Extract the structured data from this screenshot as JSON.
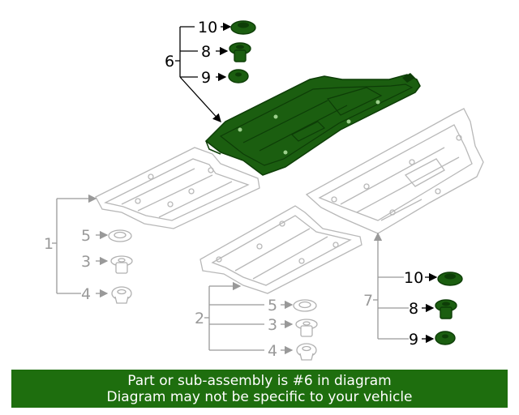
{
  "colors": {
    "highlight_part": "#1b5e10",
    "highlight_dark": "#0d3d07",
    "faded_part": "#b8b8b8",
    "banner_bg": "#1e6e0e",
    "banner_text": "#ffffff"
  },
  "callouts": {
    "c6": "6",
    "c10_top": "10",
    "c8_top": "8",
    "c9_top": "9",
    "c1": "1",
    "c5_left": "5",
    "c3_left": "3",
    "c4_left": "4",
    "c2": "2",
    "c5_mid": "5",
    "c3_mid": "3",
    "c4_mid": "4",
    "c7": "7",
    "c10_right": "10",
    "c8_right": "8",
    "c9_right": "9"
  },
  "banner": {
    "line1": "Part or sub-assembly is #6 in diagram",
    "line2": "Diagram may not be specific to your vehicle"
  }
}
